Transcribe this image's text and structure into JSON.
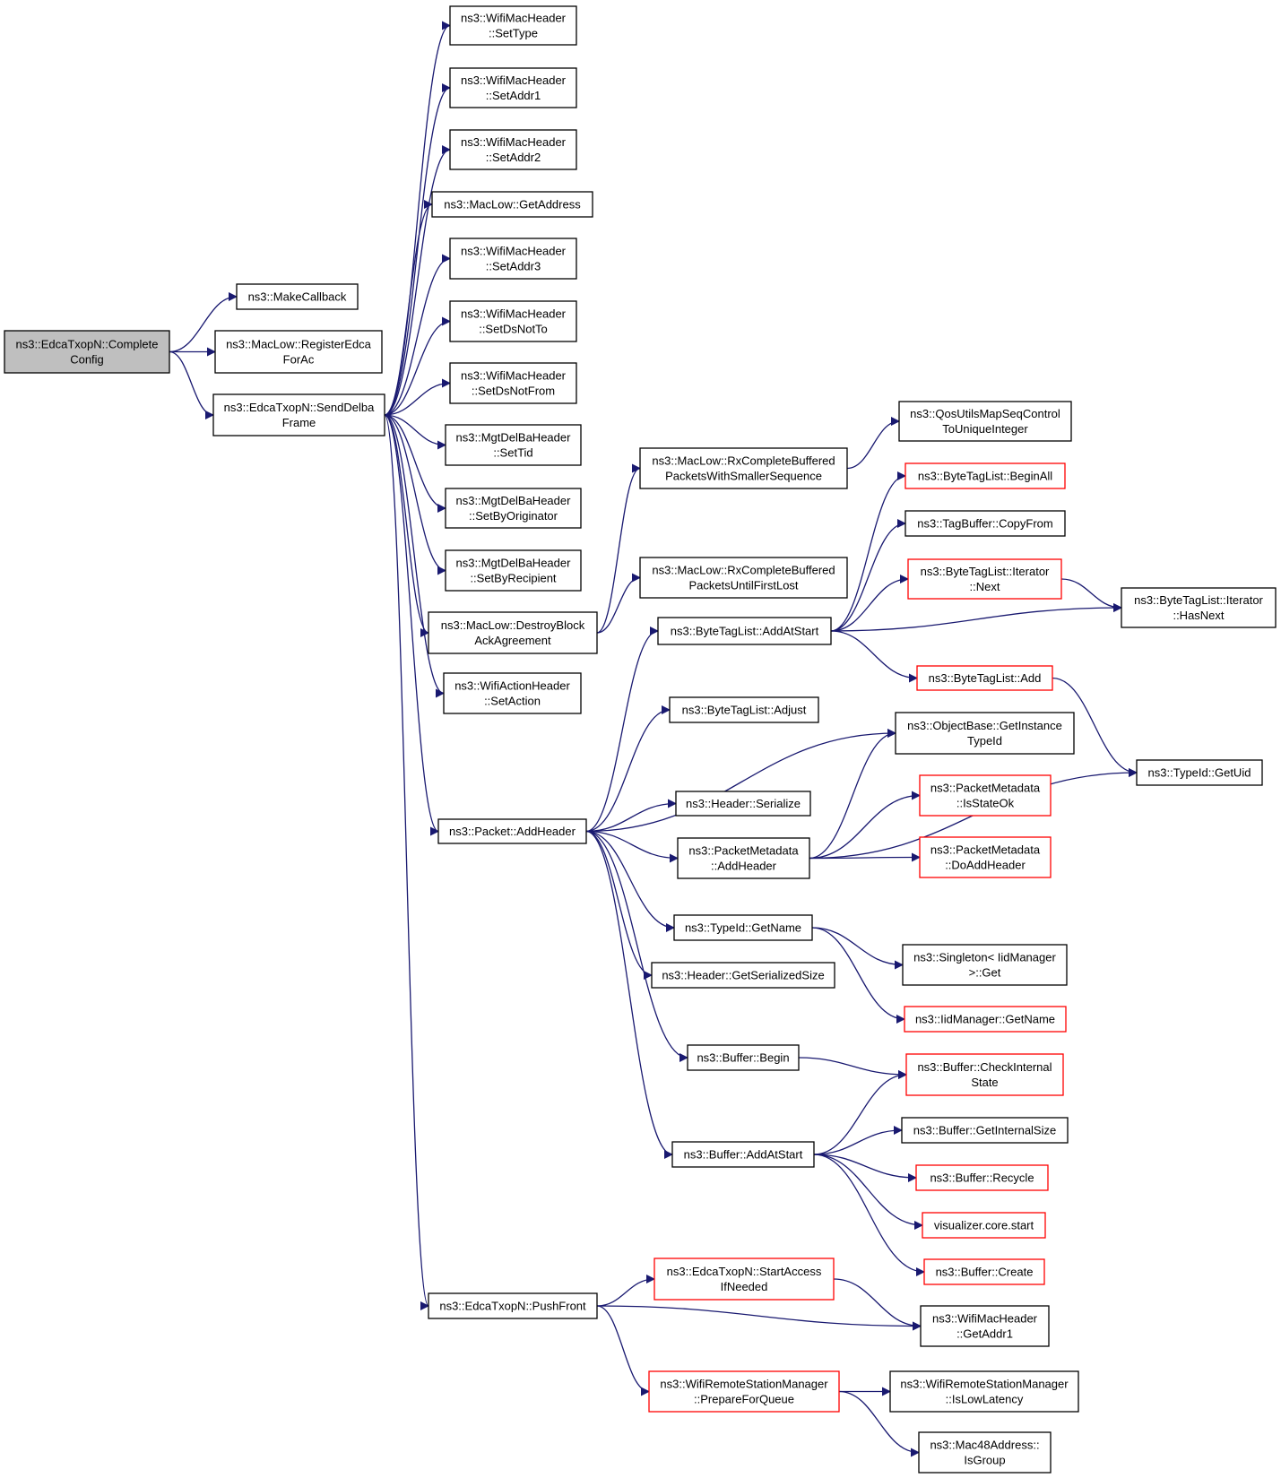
{
  "colors": {
    "edge": "#191970",
    "box_border": "#000000",
    "box_border_truncated": "#ff0000",
    "root_fill": "#bfbfbf",
    "fill": "#ffffff"
  },
  "nodes": [
    {
      "id": "root",
      "lines": [
        "ns3::EdcaTxopN::Complete",
        "Config"
      ],
      "style": "root"
    },
    {
      "id": "makecallback",
      "lines": [
        "ns3::MakeCallback"
      ],
      "style": "normal"
    },
    {
      "id": "registeredca",
      "lines": [
        "ns3::MacLow::RegisterEdca",
        "ForAc"
      ],
      "style": "normal"
    },
    {
      "id": "senddelba",
      "lines": [
        "ns3::EdcaTxopN::SendDelba",
        "Frame"
      ],
      "style": "normal"
    },
    {
      "id": "settype",
      "lines": [
        "ns3::WifiMacHeader",
        "::SetType"
      ],
      "style": "normal"
    },
    {
      "id": "setaddr1",
      "lines": [
        "ns3::WifiMacHeader",
        "::SetAddr1"
      ],
      "style": "normal"
    },
    {
      "id": "setaddr2",
      "lines": [
        "ns3::WifiMacHeader",
        "::SetAddr2"
      ],
      "style": "normal"
    },
    {
      "id": "getaddress",
      "lines": [
        "ns3::MacLow::GetAddress"
      ],
      "style": "normal"
    },
    {
      "id": "setaddr3",
      "lines": [
        "ns3::WifiMacHeader",
        "::SetAddr3"
      ],
      "style": "normal"
    },
    {
      "id": "setdsnotto",
      "lines": [
        "ns3::WifiMacHeader",
        "::SetDsNotTo"
      ],
      "style": "normal"
    },
    {
      "id": "setdsnotfrom",
      "lines": [
        "ns3::WifiMacHeader",
        "::SetDsNotFrom"
      ],
      "style": "normal"
    },
    {
      "id": "settid",
      "lines": [
        "ns3::MgtDelBaHeader",
        "::SetTid"
      ],
      "style": "normal"
    },
    {
      "id": "setbyoriginator",
      "lines": [
        "ns3::MgtDelBaHeader",
        "::SetByOriginator"
      ],
      "style": "normal"
    },
    {
      "id": "setbyrecipient",
      "lines": [
        "ns3::MgtDelBaHeader",
        "::SetByRecipient"
      ],
      "style": "normal"
    },
    {
      "id": "destroyblock",
      "lines": [
        "ns3::MacLow::DestroyBlock",
        "AckAgreement"
      ],
      "style": "normal"
    },
    {
      "id": "setaction",
      "lines": [
        "ns3::WifiActionHeader",
        "::SetAction"
      ],
      "style": "normal"
    },
    {
      "id": "addheader",
      "lines": [
        "ns3::Packet::AddHeader"
      ],
      "style": "normal"
    },
    {
      "id": "pushfront",
      "lines": [
        "ns3::EdcaTxopN::PushFront"
      ],
      "style": "normal"
    },
    {
      "id": "rxsmaller",
      "lines": [
        "ns3::MacLow::RxCompleteBuffered",
        "PacketsWithSmallerSequence"
      ],
      "style": "normal"
    },
    {
      "id": "rxuntil",
      "lines": [
        "ns3::MacLow::RxCompleteBuffered",
        "PacketsUntilFirstLost"
      ],
      "style": "normal"
    },
    {
      "id": "qosutils",
      "lines": [
        "ns3::QosUtilsMapSeqControl",
        "ToUniqueInteger"
      ],
      "style": "normal"
    },
    {
      "id": "addatstart_btl",
      "lines": [
        "ns3::ByteTagList::AddAtStart"
      ],
      "style": "normal"
    },
    {
      "id": "beginall",
      "lines": [
        "ns3::ByteTagList::BeginAll"
      ],
      "style": "truncated"
    },
    {
      "id": "copyfrom",
      "lines": [
        "ns3::TagBuffer::CopyFrom"
      ],
      "style": "normal"
    },
    {
      "id": "itnext",
      "lines": [
        "ns3::ByteTagList::Iterator",
        "::Next"
      ],
      "style": "truncated"
    },
    {
      "id": "hasnext",
      "lines": [
        "ns3::ByteTagList::Iterator",
        "::HasNext"
      ],
      "style": "normal"
    },
    {
      "id": "btladd",
      "lines": [
        "ns3::ByteTagList::Add"
      ],
      "style": "truncated"
    },
    {
      "id": "adjust",
      "lines": [
        "ns3::ByteTagList::Adjust"
      ],
      "style": "normal"
    },
    {
      "id": "getinstance",
      "lines": [
        "ns3::ObjectBase::GetInstance",
        "TypeId"
      ],
      "style": "normal"
    },
    {
      "id": "getuid",
      "lines": [
        "ns3::TypeId::GetUid"
      ],
      "style": "normal"
    },
    {
      "id": "serialize",
      "lines": [
        "ns3::Header::Serialize"
      ],
      "style": "normal"
    },
    {
      "id": "pmaddheader",
      "lines": [
        "ns3::PacketMetadata",
        "::AddHeader"
      ],
      "style": "normal"
    },
    {
      "id": "isstateok",
      "lines": [
        "ns3::PacketMetadata",
        "::IsStateOk"
      ],
      "style": "truncated"
    },
    {
      "id": "doaddheader",
      "lines": [
        "ns3::PacketMetadata",
        "::DoAddHeader"
      ],
      "style": "truncated"
    },
    {
      "id": "getname",
      "lines": [
        "ns3::TypeId::GetName"
      ],
      "style": "normal"
    },
    {
      "id": "singleton",
      "lines": [
        "ns3::Singleton< IidManager",
        ">::Get"
      ],
      "style": "normal"
    },
    {
      "id": "iidgetname",
      "lines": [
        "ns3::IidManager::GetName"
      ],
      "style": "truncated"
    },
    {
      "id": "getserializedsize",
      "lines": [
        "ns3::Header::GetSerializedSize"
      ],
      "style": "normal"
    },
    {
      "id": "bufbegin",
      "lines": [
        "ns3::Buffer::Begin"
      ],
      "style": "normal"
    },
    {
      "id": "checkinternal",
      "lines": [
        "ns3::Buffer::CheckInternal",
        "State"
      ],
      "style": "truncated"
    },
    {
      "id": "bufaddatstart",
      "lines": [
        "ns3::Buffer::AddAtStart"
      ],
      "style": "normal"
    },
    {
      "id": "getinternalsize",
      "lines": [
        "ns3::Buffer::GetInternalSize"
      ],
      "style": "normal"
    },
    {
      "id": "recycle",
      "lines": [
        "ns3::Buffer::Recycle"
      ],
      "style": "truncated"
    },
    {
      "id": "vizstart",
      "lines": [
        "visualizer.core.start"
      ],
      "style": "truncated"
    },
    {
      "id": "bufcreate",
      "lines": [
        "ns3::Buffer::Create"
      ],
      "style": "truncated"
    },
    {
      "id": "startaccess",
      "lines": [
        "ns3::EdcaTxopN::StartAccess",
        "IfNeeded"
      ],
      "style": "truncated"
    },
    {
      "id": "getaddr1",
      "lines": [
        "ns3::WifiMacHeader",
        "::GetAddr1"
      ],
      "style": "normal"
    },
    {
      "id": "prepareforqueue",
      "lines": [
        "ns3::WifiRemoteStationManager",
        "::PrepareForQueue"
      ],
      "style": "truncated"
    },
    {
      "id": "islowlatency",
      "lines": [
        "ns3::WifiRemoteStationManager",
        "::IsLowLatency"
      ],
      "style": "normal"
    },
    {
      "id": "isgroup",
      "lines": [
        "ns3::Mac48Address::",
        "IsGroup"
      ],
      "style": "normal"
    }
  ],
  "edges": [
    [
      "root",
      "makecallback"
    ],
    [
      "root",
      "registeredca"
    ],
    [
      "root",
      "senddelba"
    ],
    [
      "senddelba",
      "settype"
    ],
    [
      "senddelba",
      "setaddr1"
    ],
    [
      "senddelba",
      "setaddr2"
    ],
    [
      "senddelba",
      "getaddress"
    ],
    [
      "senddelba",
      "setaddr3"
    ],
    [
      "senddelba",
      "setdsnotto"
    ],
    [
      "senddelba",
      "setdsnotfrom"
    ],
    [
      "senddelba",
      "settid"
    ],
    [
      "senddelba",
      "setbyoriginator"
    ],
    [
      "senddelba",
      "setbyrecipient"
    ],
    [
      "senddelba",
      "destroyblock"
    ],
    [
      "senddelba",
      "setaction"
    ],
    [
      "senddelba",
      "addheader"
    ],
    [
      "senddelba",
      "pushfront"
    ],
    [
      "destroyblock",
      "rxsmaller"
    ],
    [
      "destroyblock",
      "rxuntil"
    ],
    [
      "rxsmaller",
      "qosutils"
    ],
    [
      "addheader",
      "addatstart_btl"
    ],
    [
      "addheader",
      "adjust"
    ],
    [
      "addheader",
      "getinstance"
    ],
    [
      "addheader",
      "serialize"
    ],
    [
      "addheader",
      "pmaddheader"
    ],
    [
      "addheader",
      "getname"
    ],
    [
      "addheader",
      "getserializedsize"
    ],
    [
      "addheader",
      "bufbegin"
    ],
    [
      "addheader",
      "bufaddatstart"
    ],
    [
      "addatstart_btl",
      "beginall"
    ],
    [
      "addatstart_btl",
      "copyfrom"
    ],
    [
      "addatstart_btl",
      "itnext"
    ],
    [
      "addatstart_btl",
      "hasnext"
    ],
    [
      "addatstart_btl",
      "btladd"
    ],
    [
      "itnext",
      "hasnext"
    ],
    [
      "btladd",
      "getuid"
    ],
    [
      "pmaddheader",
      "getinstance"
    ],
    [
      "pmaddheader",
      "isstateok"
    ],
    [
      "pmaddheader",
      "doaddheader"
    ],
    [
      "pmaddheader",
      "getuid"
    ],
    [
      "getname",
      "singleton"
    ],
    [
      "getname",
      "iidgetname"
    ],
    [
      "bufbegin",
      "checkinternal"
    ],
    [
      "bufaddatstart",
      "checkinternal"
    ],
    [
      "bufaddatstart",
      "getinternalsize"
    ],
    [
      "bufaddatstart",
      "recycle"
    ],
    [
      "bufaddatstart",
      "vizstart"
    ],
    [
      "bufaddatstart",
      "bufcreate"
    ],
    [
      "pushfront",
      "startaccess"
    ],
    [
      "pushfront",
      "getaddr1"
    ],
    [
      "pushfront",
      "prepareforqueue"
    ],
    [
      "startaccess",
      "getaddr1"
    ],
    [
      "prepareforqueue",
      "islowlatency"
    ],
    [
      "prepareforqueue",
      "isgroup"
    ]
  ]
}
